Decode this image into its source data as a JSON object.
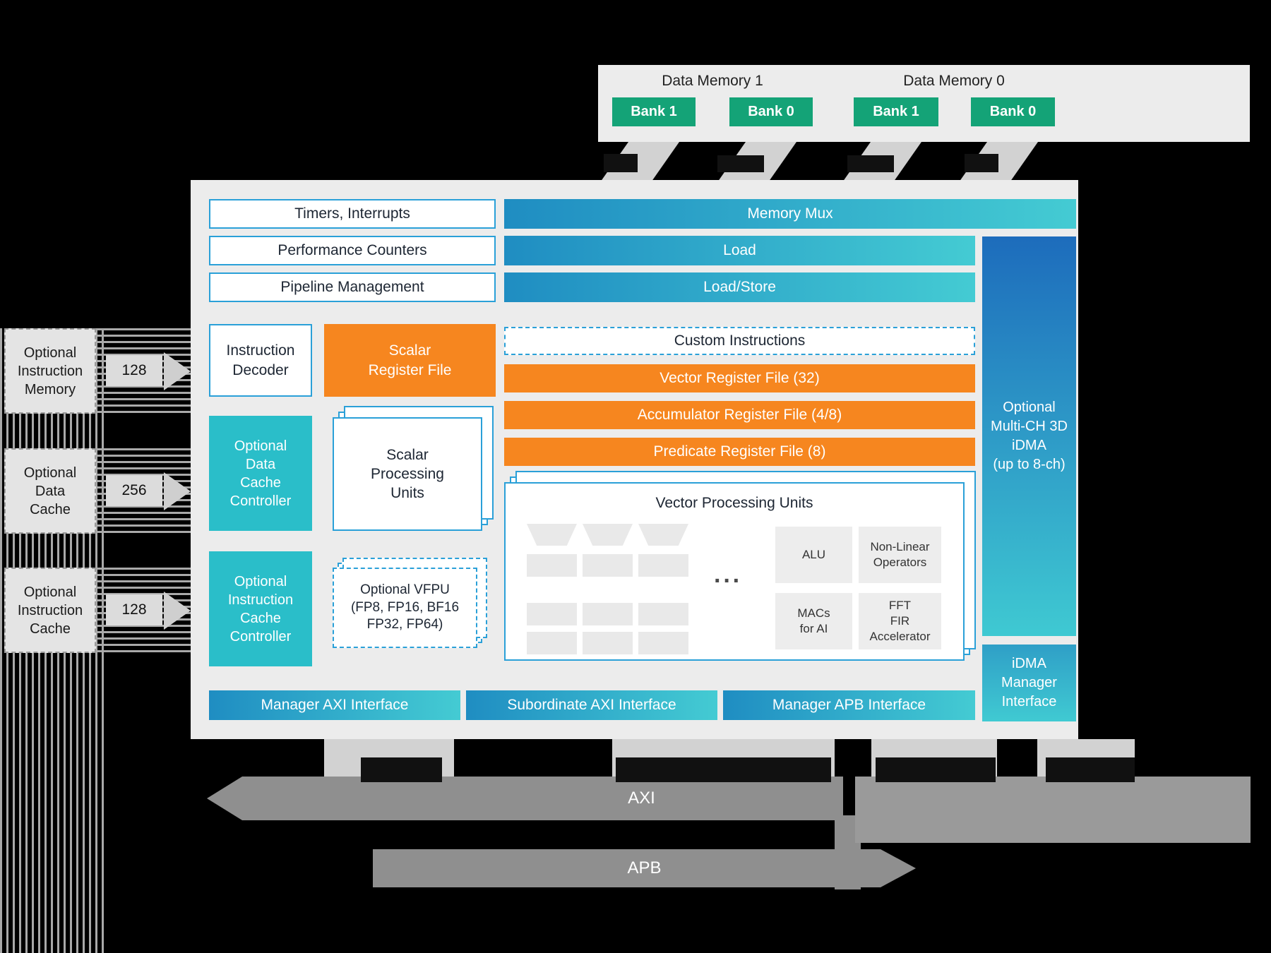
{
  "palette": {
    "background": "#000000",
    "panel_gray": "#ececec",
    "bank_green": "#14a377",
    "orange": "#f6861f",
    "teal_controller": "#2abec9",
    "bar_gradient_start": "#1f8dc2",
    "bar_gradient_end": "#44cbd3",
    "idma_gradient_start": "#1d6cbc",
    "border_blue": "#2aa0d8",
    "bus_gray": "#8f8f8f"
  },
  "data_memories": [
    {
      "label": "Data Memory 1",
      "banks": [
        "Bank 1",
        "Bank 0"
      ]
    },
    {
      "label": "Data Memory 0",
      "banks": [
        "Bank 1",
        "Bank 0"
      ]
    }
  ],
  "left_memories": [
    {
      "label": "Optional\nInstruction\nMemory",
      "bus_width": "128"
    },
    {
      "label": "Optional\nData\nCache",
      "bus_width": "256"
    },
    {
      "label": "Optional\nInstruction\nCache",
      "bus_width": "128"
    }
  ],
  "core": {
    "control_blocks": [
      "Timers, Interrupts",
      "Performance Counters",
      "Pipeline Management"
    ],
    "memory_mux": "Memory Mux",
    "load": "Load",
    "load_store": "Load/Store",
    "instruction_decoder": "Instruction\nDecoder",
    "scalar_register_file": "Scalar\nRegister File",
    "custom_instructions": "Custom Instructions",
    "register_files": [
      "Vector Register File (32)",
      "Accumulator Register File (4/8)",
      "Predicate Register File (8)"
    ],
    "data_cache_controller": "Optional\nData\nCache\nController",
    "scalar_processing_units": "Scalar\nProcessing\nUnits",
    "instruction_cache_controller": "Optional\nInstruction\nCache\nController",
    "vfpu": "Optional VFPU\n(FP8, FP16, BF16\nFP32, FP64)",
    "vector_processing_units": {
      "title": "Vector Processing Units",
      "ellipsis": "···",
      "units": [
        "ALU",
        "Non-Linear\nOperators",
        "MACs\nfor AI",
        "FFT\nFIR\nAccelerator"
      ]
    },
    "idma": "Optional\nMulti-CH 3D\niDMA\n(up to 8-ch)",
    "idma_manager_interface": "iDMA\nManager\nInterface",
    "interfaces": [
      "Manager AXI Interface",
      "Subordinate AXI Interface",
      "Manager APB Interface"
    ]
  },
  "buses": {
    "axi": "AXI",
    "apb": "APB"
  }
}
